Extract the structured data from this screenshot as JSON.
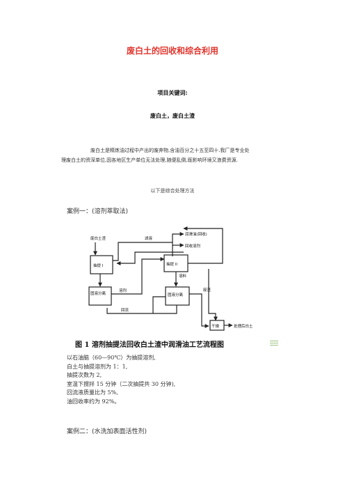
{
  "title": "废白土的回收和综合利用",
  "keywords_label": "项目关键词:",
  "keywords": "废白土，废白土渣",
  "intro": {
    "line1": "废白土是精炼油过程中产出的废弃物,含油百分之十五至四十.我厂是专业处",
    "line2": "理废白土的资深单位,因各地区生产单位无法处理,随便乱倒,既影响环境又浪费资源."
  },
  "methods_text": "以下是综合处理方法",
  "case1_heading": "案例一：(溶剂萃取法)",
  "case2_heading": "案例二：(水洗加表面活性剂)",
  "figure": {
    "caption": "图 1   溶剂抽提法回收白土渣中润滑油工艺流程图",
    "labels": {
      "feed": "废白土渣",
      "extractor1": "抽提 I",
      "filtrate": "滤液",
      "settle": "固液分离",
      "solvent_liquid": "溶剂",
      "recycle": "回流",
      "extractor2": "抽提 II",
      "lube_oil": "润滑油(回收)",
      "recovered_solvent": "回收溶剂",
      "slurry": "溶料",
      "settle2": "固液分离",
      "dreg": "废渣",
      "dryer": "干燥",
      "treated": "处理后白土"
    }
  },
  "params": [
    "以石油脑（60—90℃）为抽提溶剂,",
    "白土与抽提溶剂为 1：1,",
    "抽提次数为 2,",
    "室温下搅拌 15 分钟（二次抽提共 30 分钟),",
    "回流液质量比为 5%,",
    "油回收率约为 92%。"
  ]
}
